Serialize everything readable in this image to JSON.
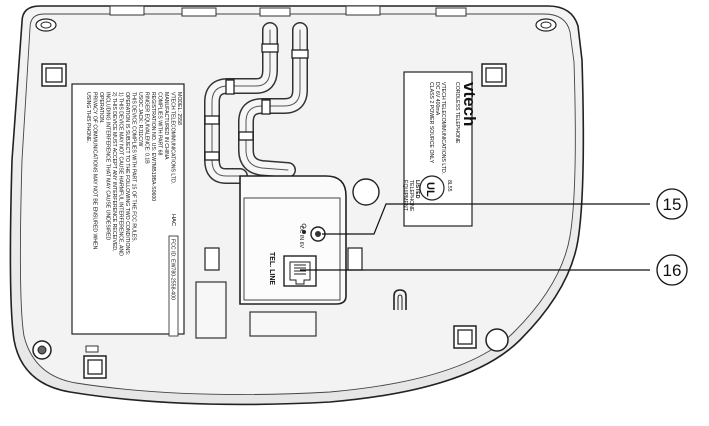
{
  "diagram": {
    "brand": "vtech",
    "brand_lines": [
      "CORDLESS TELEPHONE",
      "VTECH TELECOMMUNICATIONS LTD.",
      "DC 6V 400mA",
      "CLASS 2 POWER SOURCE ONLY"
    ],
    "ul_mark": "UL",
    "ul_code": "8L55",
    "ul_listed": "LISTED",
    "ul_listed_lines": [
      "TELEPHONE",
      "EQUIPMENT"
    ],
    "label_lines": [
      "MODEL: 2558",
      "VTECH TELECOMMUNICATIONS LTD.",
      "MANUFACTURED IN CHINA",
      "COMPLIES WITH PART 68",
      "REGISTRATION NO. US: EW7MB19BA-S0600",
      "RINGER EQUIVALENCE: 0.1B",
      "USOC JACK: RJ11C/W",
      "THIS DEVICE COMPLIES WITH PART 15 OF THE FCC RULES.",
      "OPERATION IS SUBJECT TO THE FOLLOWING TWO CONDITIONS:",
      "1) THIS DEVICE MAY NOT CAUSE HARMFUL INTERFERENCE, AND",
      "2) THIS DEVICE MUST ACCEPT ANY INTERFERENCE RECEIVED,",
      "INCLUDING INTERFERENCE THAT MAY CAUSE UNDESIRED",
      "OPERATION.",
      "PRIVACY OF COMMUNICATIONS MAY NOT BE ENSURED WHEN",
      "USING THIS PHONE."
    ],
    "hac_label": "HAC",
    "fcc_id": "FCC ID: EW780-2558-400",
    "dc_in_label": "DC IN 6V",
    "tel_line_label": "TEL. LINE",
    "callouts": [
      {
        "number": "15",
        "target": "DC IN jack"
      },
      {
        "number": "16",
        "target": "TEL. LINE jack"
      }
    ]
  }
}
